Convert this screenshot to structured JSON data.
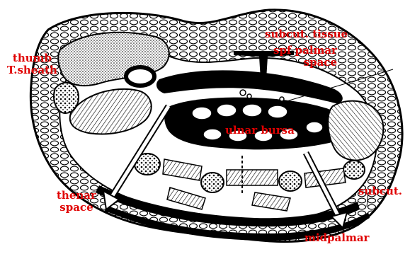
{
  "labels": {
    "thumb_sheath": {
      "line1": "thumb",
      "line2": "T.sheath"
    },
    "subcut_tissue": "subcut. tissue",
    "spf_palmar_space": {
      "line1": "spf palmar",
      "line2": "space"
    },
    "ulnar_bursa": "ulnar bursa",
    "thenar_space": {
      "line1": "thenar",
      "line2": "space"
    },
    "subcut": "subcut.",
    "midpalmar": "midpalmar"
  },
  "colors": {
    "label": "#e00000",
    "ink": "#000000",
    "paper": "#ffffff"
  }
}
